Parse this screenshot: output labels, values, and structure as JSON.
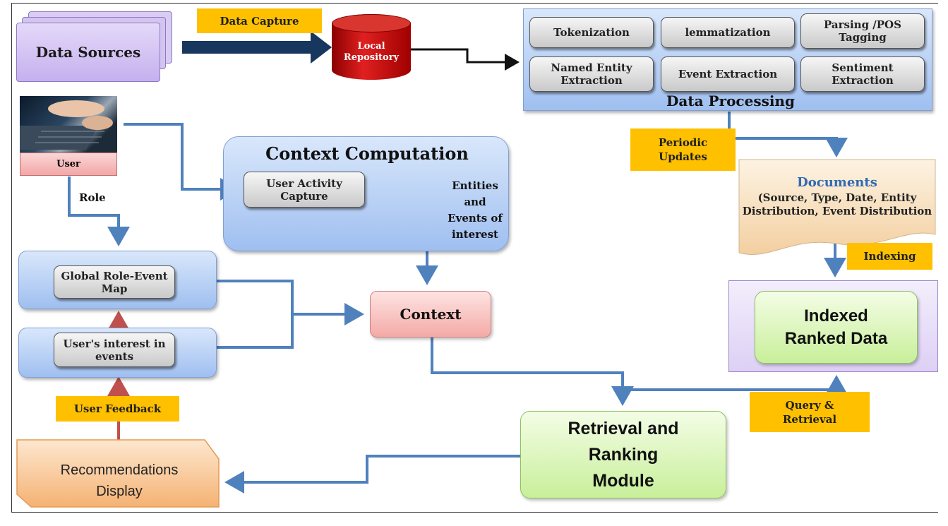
{
  "data_capture_label": "Data Capture",
  "data_sources_label": "Data Sources",
  "local_repository_label": "Local Repository",
  "data_processing": {
    "title": "Data Processing",
    "steps": [
      "Tokenization",
      "lemmatization",
      "Parsing /POS Tagging",
      "Named Entity Extraction",
      "Event Extraction",
      "Sentiment Extraction"
    ]
  },
  "user_label": "User",
  "role_label": "Role",
  "context_computation": {
    "title": "Context Computation",
    "activity_capture": "User Activity Capture",
    "entities_events": "Entities and Events of interest"
  },
  "periodic_updates_label": "Periodic Updates",
  "documents": {
    "title": "Documents",
    "details": "(Source, Type, Date, Entity Distribution, Event Distribution"
  },
  "indexing_label": "Indexing",
  "global_role_event_map": "Global Role-Event Map",
  "users_interest": "User's interest in events",
  "context_label": "Context",
  "indexed_ranked_data": "Indexed Ranked Data",
  "user_feedback_label": "User Feedback",
  "query_retrieval_label": "Query & Retrieval",
  "retrieval_ranking_module": "Retrieval and Ranking Module",
  "recommendations_display": "Recommendations Display"
}
